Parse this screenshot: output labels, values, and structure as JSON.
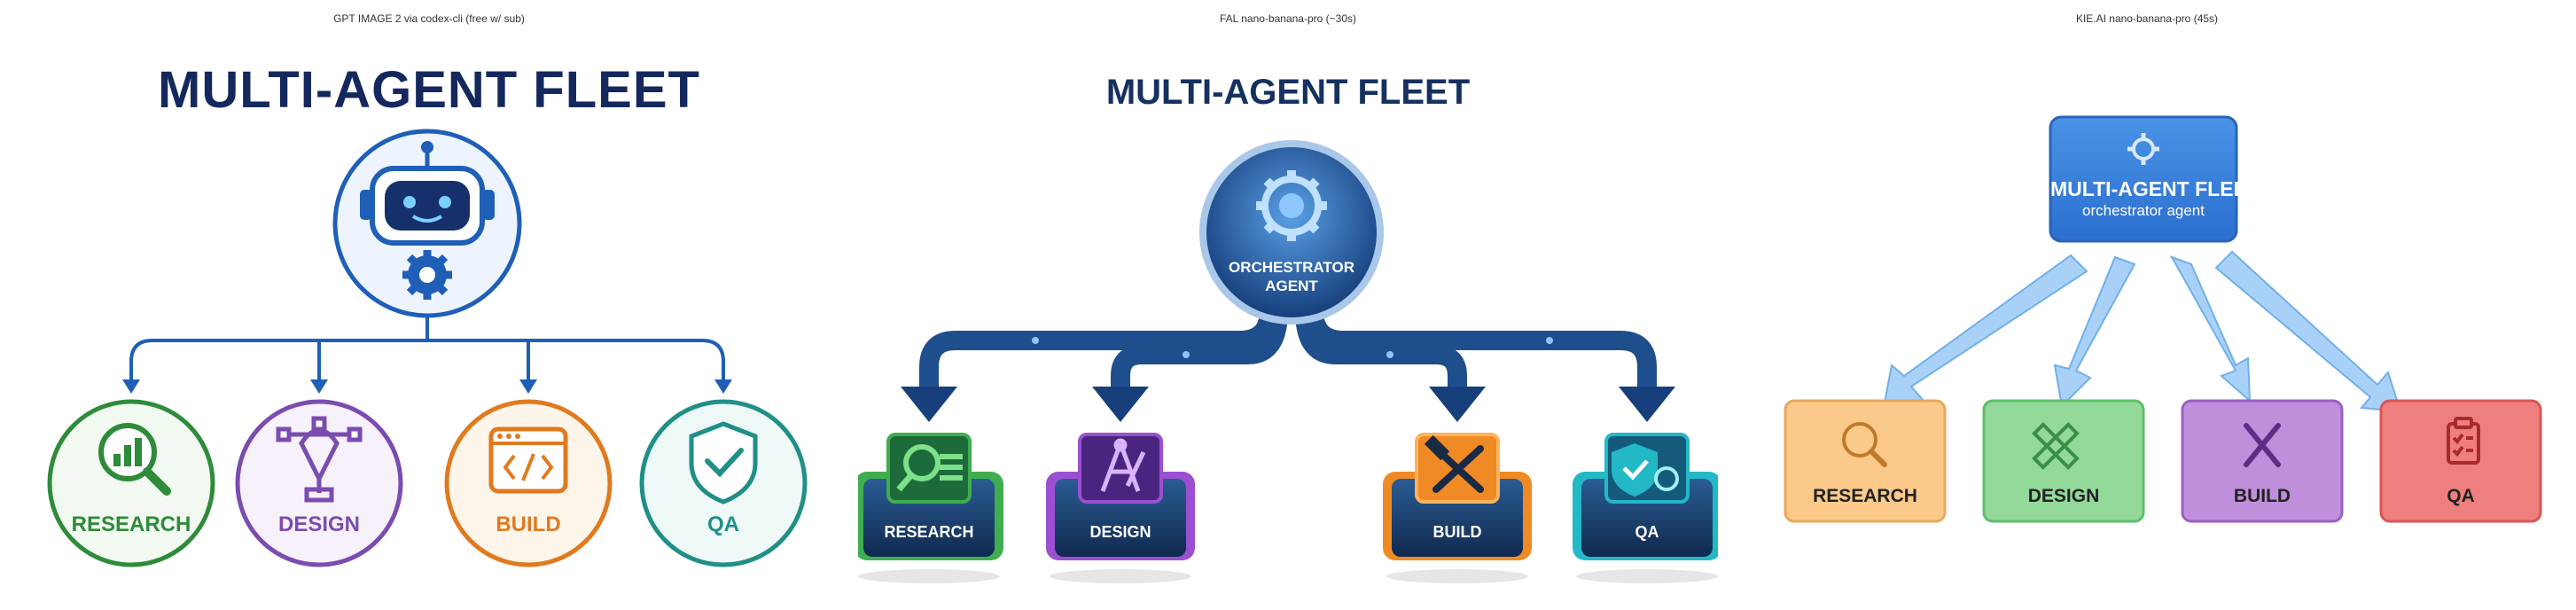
{
  "panels": [
    {
      "caption": "GPT IMAGE 2 via codex-cli (free w/ sub)",
      "title": "MULTI-AGENT FLEET",
      "nodes": [
        {
          "label": "RESEARCH",
          "color": "#2e8b3a"
        },
        {
          "label": "DESIGN",
          "color": "#7b4cb0"
        },
        {
          "label": "BUILD",
          "color": "#e07a1f"
        },
        {
          "label": "QA",
          "color": "#1f8f87"
        }
      ],
      "accent": "#1f5fb8",
      "title_color": "#14285e"
    },
    {
      "caption": "FAL nano-banana-pro (~30s)",
      "title": "MULTI-AGENT FLEET",
      "center_label_line1": "ORCHESTRATOR",
      "center_label_line2": "AGENT",
      "nodes": [
        {
          "label": "RESEARCH",
          "color": "#3fae4f"
        },
        {
          "label": "DESIGN",
          "color": "#9b4fd1"
        },
        {
          "label": "BUILD",
          "color": "#f08a24"
        },
        {
          "label": "QA",
          "color": "#23b8c6"
        }
      ],
      "accent": "#1e4e8c",
      "title_color": "#15315f"
    },
    {
      "caption": "KIE.AI nano-banana-pro (45s)",
      "title": "MULTI-AGENT FLEET",
      "subtitle": "orchestrator agent",
      "nodes": [
        {
          "label": "RESEARCH",
          "color": "#fbc98a"
        },
        {
          "label": "DESIGN",
          "color": "#93d99a"
        },
        {
          "label": "BUILD",
          "color": "#c08fdb"
        },
        {
          "label": "QA",
          "color": "#ef7f7f"
        }
      ],
      "accent": "#3b82dc"
    }
  ]
}
